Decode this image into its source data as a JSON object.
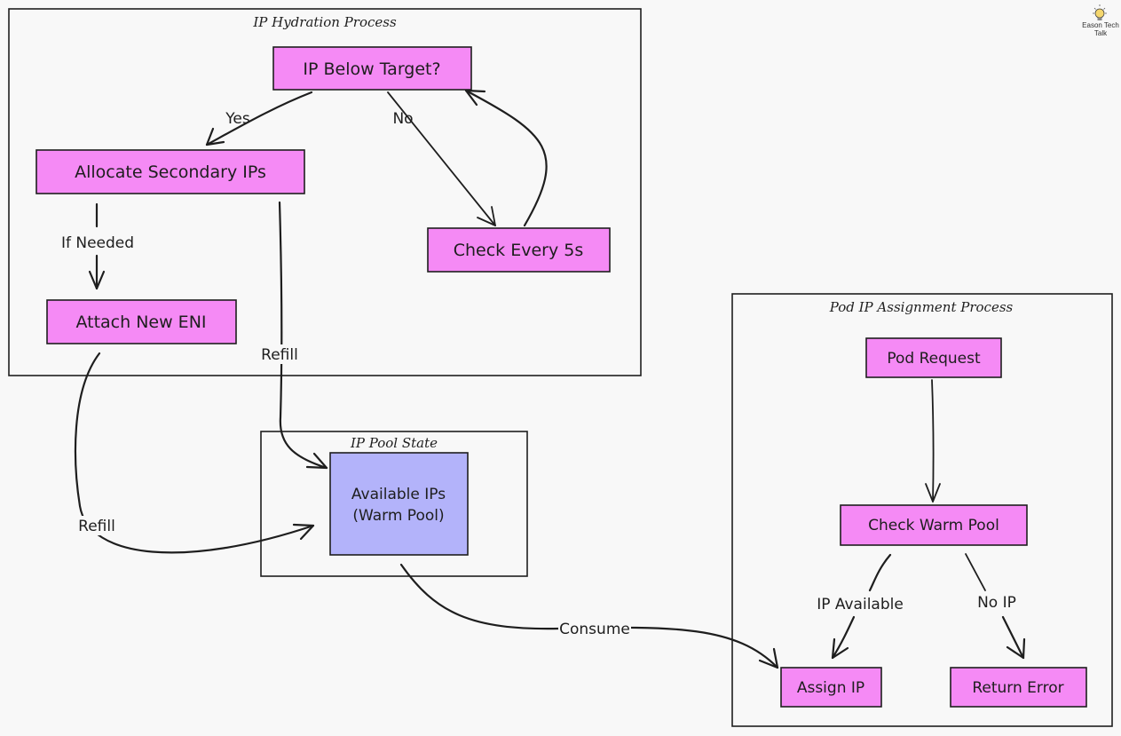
{
  "logo": {
    "line1": "Eason Tech",
    "line2": "Talk",
    "icon": "lightbulb-icon"
  },
  "frames": {
    "hydration": "IP Hydration Process",
    "pool": "IP Pool State",
    "assignment": "Pod IP Assignment Process"
  },
  "nodes": {
    "ip_below_target": "IP Below Target?",
    "allocate_secondary": "Allocate Secondary IPs",
    "check_every": "Check Every 5s",
    "attach_eni": "Attach New ENI",
    "available_ips_line1": "Available IPs",
    "available_ips_line2": "(Warm Pool)",
    "pod_request": "Pod Request",
    "check_warm_pool": "Check Warm Pool",
    "assign_ip": "Assign IP",
    "return_error": "Return Error"
  },
  "edges": {
    "yes": "Yes",
    "no": "No",
    "if_needed": "If Needed",
    "refill_secondary": "Refill",
    "refill_eni": "Refill",
    "consume": "Consume",
    "ip_available": "IP Available",
    "no_ip": "No IP"
  },
  "colors": {
    "node_fill": "#f58af5",
    "pool_fill": "#b3b3fa",
    "stroke": "#1e1e1e",
    "background": "#f8f8f8"
  }
}
